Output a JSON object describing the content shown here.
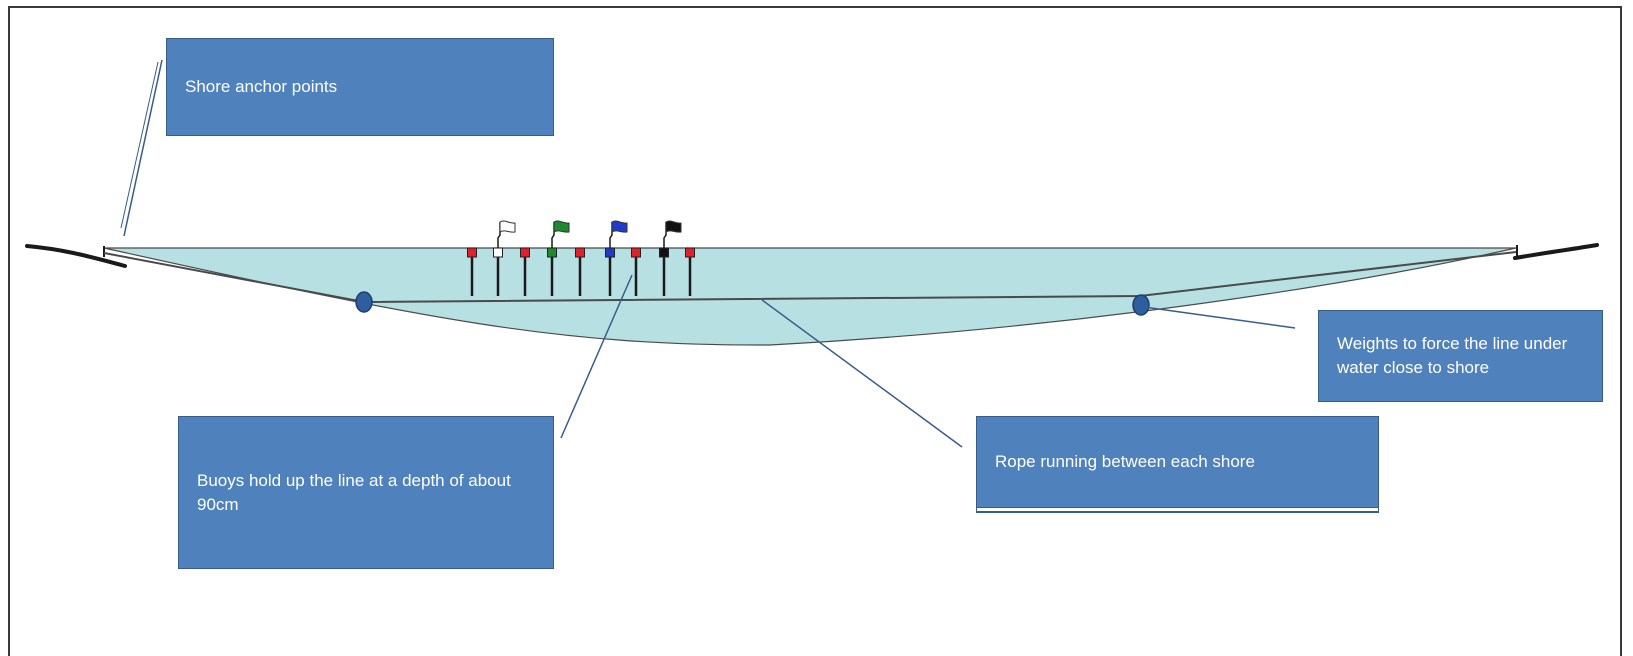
{
  "diagram": {
    "colors": {
      "water": "#b7e0e2",
      "callout_fill": "#4f81bd",
      "callout_border": "#385d8a",
      "leader_line": "#385d8a",
      "rope": "#4a4a4a",
      "bank": "#1a1a1a",
      "marker_red": "#e0202a",
      "flag_green": "#1e8a2e",
      "flag_blue": "#1f3bcc",
      "flag_black": "#111111",
      "flag_white": "#ffffff",
      "weight": "#2e5e9e"
    },
    "callouts": {
      "shore_anchor": "Shore anchor points",
      "buoys": "Buoys hold up the line at a depth of about 90cm",
      "rope": "Rope running between each shore",
      "weights": "Weights to force the line under water close to shore"
    },
    "flag_colors": [
      "white",
      "green",
      "blue",
      "black"
    ]
  }
}
